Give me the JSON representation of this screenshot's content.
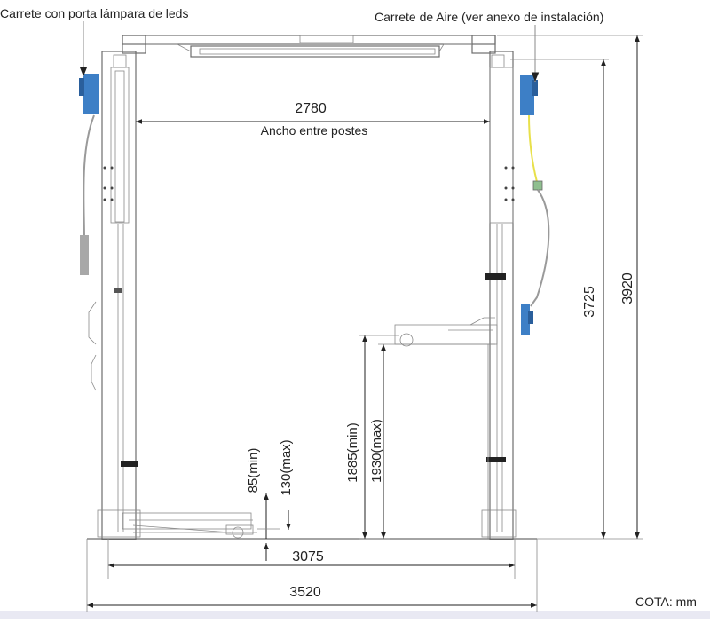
{
  "labels": {
    "reel_left": "Carrete con porta lámpara de leds",
    "reel_right": "Carrete de Aire (ver anexo de instalación)",
    "post_width_value": "2780",
    "post_width_caption": "Ancho entre postes",
    "min_low": "85(min)",
    "max_low": "130(max)",
    "min_high": "1885(min)",
    "max_high": "1930(max)",
    "inner_width": "3075",
    "outer_width": "3520",
    "total_height_inner": "3725",
    "total_height_outer": "3920",
    "units": "COTA: mm"
  },
  "colors": {
    "frame": "#6d6d6d",
    "reel": "#3d7fc6",
    "reel_dark": "#2a5f9c",
    "air_hose": "#e8e04a",
    "cable": "#9a9a9a",
    "dimension": "#222222",
    "bottom_strip": "#e9e9f3"
  }
}
